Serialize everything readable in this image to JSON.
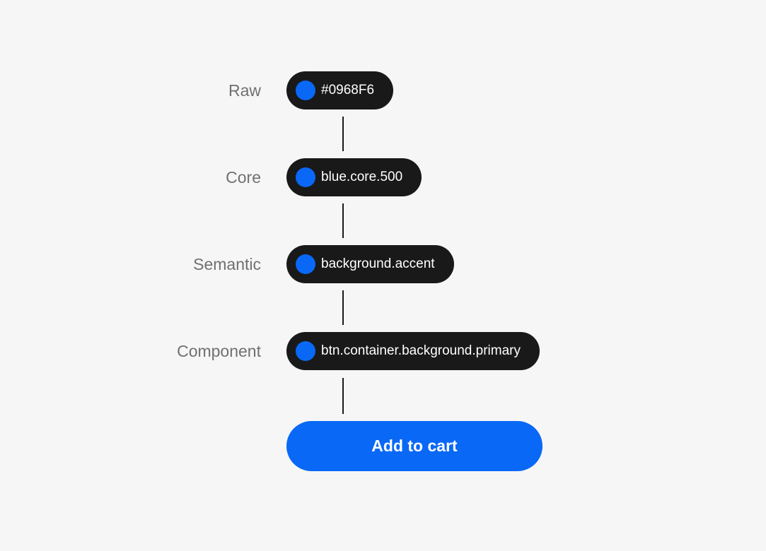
{
  "colors": {
    "accent": "#0968F6",
    "pill_bg": "#191919",
    "background": "#f6f6f6",
    "label": "#707070"
  },
  "levels": [
    {
      "label": "Raw",
      "token": "#0968F6"
    },
    {
      "label": "Core",
      "token": "blue.core.500"
    },
    {
      "label": "Semantic",
      "token": "background.accent"
    },
    {
      "label": "Component",
      "token": "btn.container.background.primary"
    }
  ],
  "button": {
    "label": "Add to cart"
  }
}
